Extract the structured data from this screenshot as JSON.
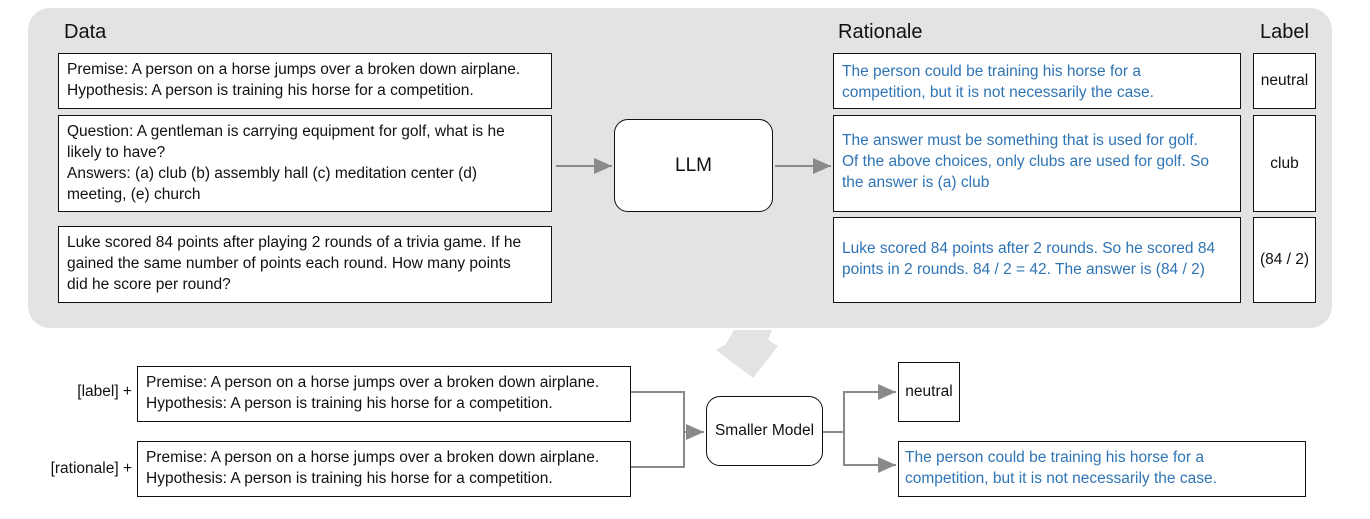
{
  "headers": {
    "data": "Data",
    "rationale": "Rationale",
    "label": "Label"
  },
  "examples": [
    {
      "data": [
        "Premise: A person on a horse jumps over a broken down airplane.",
        "Hypothesis: A person is training his horse for a competition."
      ],
      "rationale": [
        "The person could be training his horse for a",
        "competition, but it is not necessarily the case."
      ],
      "label": "neutral"
    },
    {
      "data": [
        "Question: A gentleman is carrying equipment for golf, what is he",
        "likely to have?",
        "Answers: (a) club (b) assembly hall (c) meditation center (d)",
        "meeting, (e) church"
      ],
      "rationale": [
        "The answer must be something that is used for golf.",
        "Of the above choices, only clubs are used for golf. So",
        "the answer is (a) club"
      ],
      "label": "club"
    },
    {
      "data": [
        "Luke scored 84 points after playing 2 rounds of a trivia game. If he",
        "gained the same number of points each round. How many points",
        "did he score per round?"
      ],
      "rationale": [
        "Luke scored 84 points after 2 rounds. So he scored 84",
        "points in 2 rounds. 84 / 2 = 42. The answer is (84 / 2)"
      ],
      "label": "(84 / 2)"
    }
  ],
  "llm": "LLM",
  "bottom": {
    "label_prefix": "[label] +",
    "rationale_prefix": "[rationale] +",
    "input_label": [
      "Premise: A person on a horse jumps over a broken down airplane.",
      "Hypothesis: A person is training his horse for a competition."
    ],
    "input_rationale": [
      "Premise: A person on a horse jumps over a broken down airplane.",
      "Hypothesis: A person is training his horse for a competition."
    ],
    "model": "Smaller Model",
    "output_label": "neutral",
    "output_rationale": [
      "The person could be training his horse for a",
      "competition, but it is not necessarily the case."
    ]
  },
  "colors": {
    "panel": "#e2e3e2",
    "rationale_text": "#2f74b5",
    "arrow": "#8a8a8a"
  }
}
